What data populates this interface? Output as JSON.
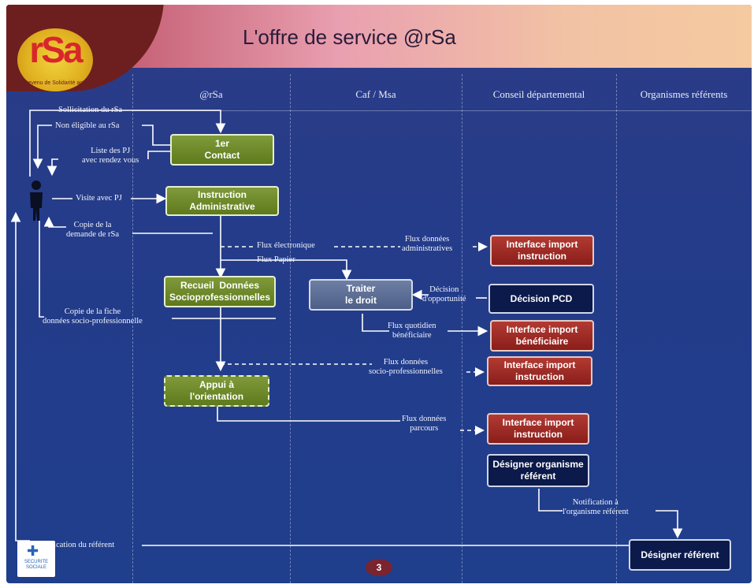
{
  "title": "L'offre de service @rSa",
  "logo": {
    "text": "rSa",
    "subtitle": "Revenu de Solidarité active"
  },
  "lanes": [
    "@rSa",
    "Caf / Msa",
    "Conseil départemental",
    "Organismes référents"
  ],
  "boxes": {
    "first_contact": "1er\nContact",
    "instruction": "Instruction\nAdministrative",
    "recueil": "Recueil  Données\nSocioprofessionnelles",
    "appui": "Appui à\nl'orientation",
    "traiter": "Traiter\nle droit",
    "iface_instruction_1": "Interface import\ninstruction",
    "decision_pcd": "Décision PCD",
    "iface_beneficiaire": "Interface import\nbénéficiaire",
    "iface_instruction_2": "Interface import\ninstruction",
    "iface_instruction_3": "Interface import\ninstruction",
    "designer_organisme": "Désigner organisme\nréférent",
    "designer_referent": "Désigner référent"
  },
  "labels": {
    "sollicitation": "Sollicitation du rSa",
    "non_eligible": "Non éligible au rSa",
    "liste_pj": "Liste des PJ\navec rendez vous",
    "visite_pj": "Visite avec PJ",
    "copie_demande": "Copie de la\ndemande de rSa",
    "copie_fiche": "Copie de la fiche\ndonnées socio-professionnelle",
    "flux_electronique": "Flux électronique",
    "flux_papier": "Flux Papier",
    "flux_donnees_admin": "Flux données\nadministratives",
    "decision_opportunite": "Décision\nd'opportunité",
    "flux_quotidien": "Flux quotidien\nbénéficiaire",
    "flux_donnees_socio": "Flux données\nsocio-professionnelles",
    "flux_donnees_parcours": "Flux données\nparcours",
    "notification_organisme": "Notification à\nl'organisme référent",
    "notification_referent": "Notification du référent"
  },
  "footer": {
    "page_number": "3",
    "logo_text": "SECURITE\nSOCIALE"
  },
  "colors": {
    "green": "#6b8a26",
    "red": "#9e2a24",
    "navy": "#0b1a4a",
    "grey": "#5c6e96",
    "background": "#243c8a",
    "header_band": "#e9a0b0"
  }
}
